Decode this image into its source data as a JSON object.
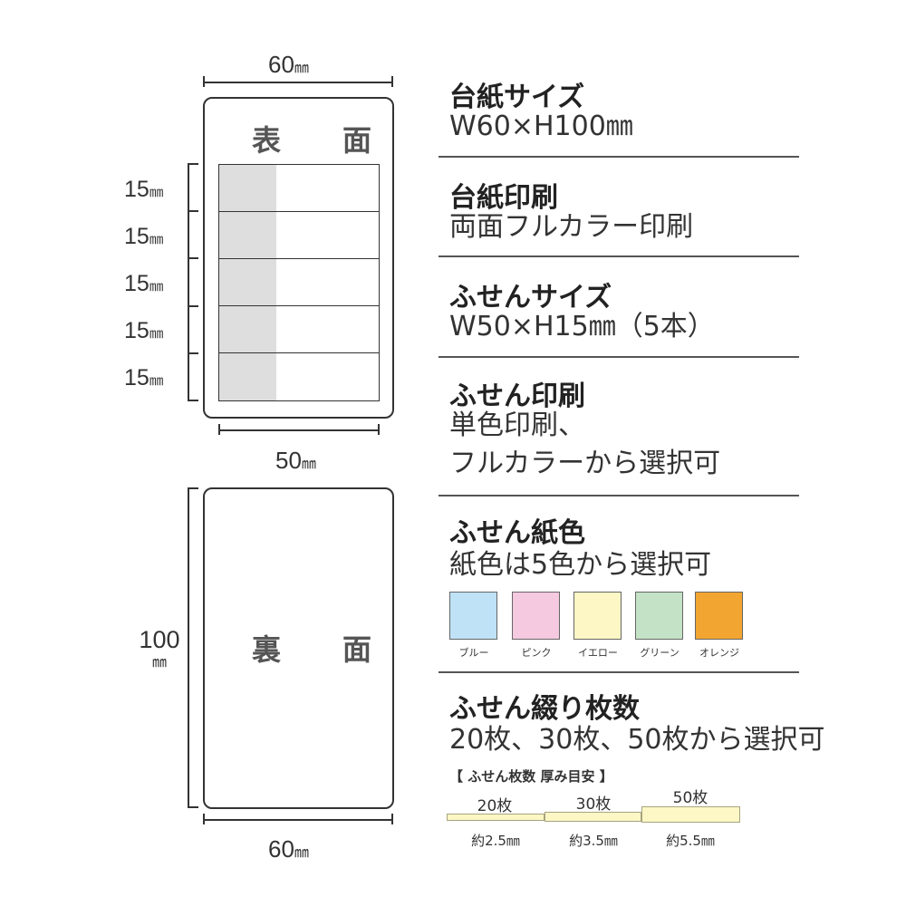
{
  "front": {
    "title": "表　面",
    "width_top": {
      "value": "60",
      "unit": "㎜"
    },
    "width_bottom": {
      "value": "50",
      "unit": "㎜"
    },
    "rows": [
      {
        "value": "15",
        "unit": "㎜"
      },
      {
        "value": "15",
        "unit": "㎜"
      },
      {
        "value": "15",
        "unit": "㎜"
      },
      {
        "value": "15",
        "unit": "㎜"
      },
      {
        "value": "15",
        "unit": "㎜"
      }
    ]
  },
  "back": {
    "title": "裏　面",
    "height": {
      "value": "100",
      "unit": "㎜"
    },
    "width": {
      "value": "60",
      "unit": "㎜"
    }
  },
  "specs": {
    "mount_size": {
      "title": "台紙サイズ",
      "lines": [
        "W60×H100㎜"
      ]
    },
    "mount_print": {
      "title": "台紙印刷",
      "lines": [
        "両面フルカラー印刷"
      ]
    },
    "note_size": {
      "title": "ふせんサイズ",
      "lines": [
        "W50×H15㎜（5本）"
      ]
    },
    "note_print": {
      "title": "ふせん印刷",
      "lines": [
        "単色印刷、",
        "フルカラーから選択可"
      ]
    },
    "note_color": {
      "title": "ふせん紙色",
      "lines": [
        "紙色は5色から選択可"
      ]
    },
    "note_count": {
      "title": "ふせん綴り枚数",
      "lines": [
        "20枚、30枚、50枚から選択可"
      ]
    }
  },
  "colors": [
    {
      "label": "ブルー",
      "hex": "#bfe2f7"
    },
    {
      "label": "ピンク",
      "hex": "#f5c9df"
    },
    {
      "label": "イエロー",
      "hex": "#fcf7c5"
    },
    {
      "label": "グリーン",
      "hex": "#c4e2c6"
    },
    {
      "label": "オレンジ",
      "hex": "#f2a531"
    }
  ],
  "thickness": {
    "heading": "【 ふせん枚数 厚み目安 】",
    "items": [
      {
        "count": "20枚",
        "thickness": "約2.5㎜"
      },
      {
        "count": "30枚",
        "thickness": "約3.5㎜"
      },
      {
        "count": "50枚",
        "thickness": "約5.5㎜"
      }
    ]
  }
}
